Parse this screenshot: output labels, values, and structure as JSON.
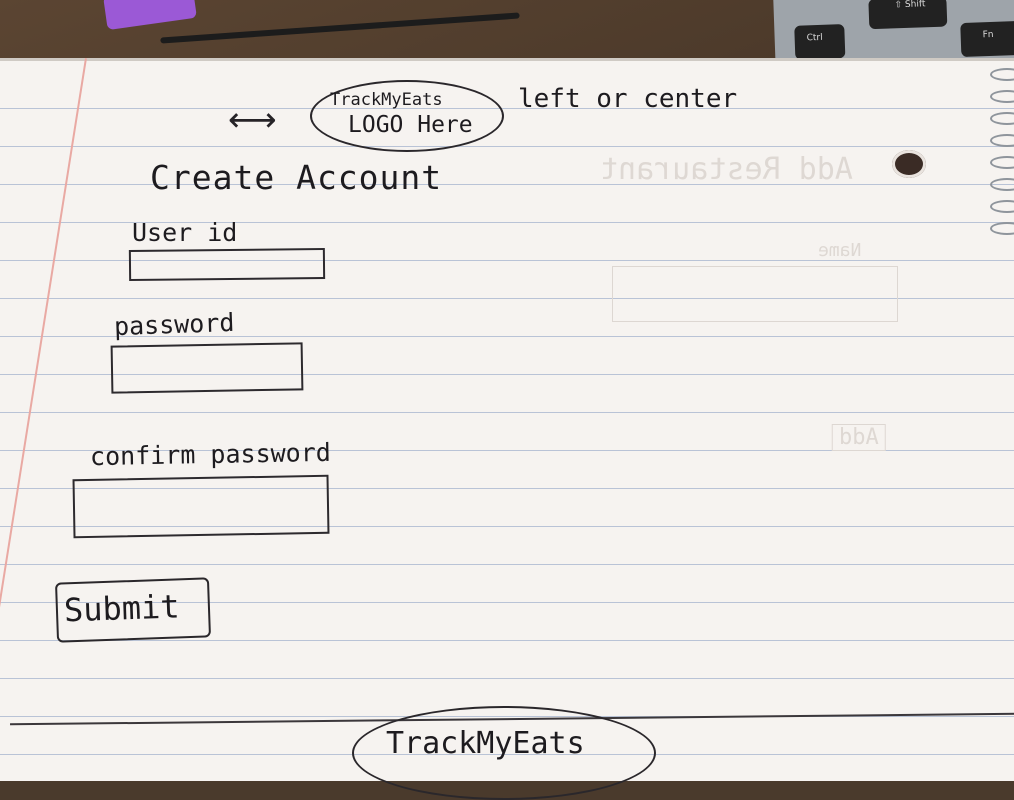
{
  "header": {
    "logo_line1": "TrackMyEats",
    "logo_line2": "LOGO Here",
    "placement_note": "left or center",
    "arrow_symbol": "⟷"
  },
  "form": {
    "title": "Create Account",
    "userid_label": "User id",
    "password_label": "password",
    "confirm_label": "confirm password",
    "submit_label": "Submit",
    "userid_value": "",
    "password_value": "",
    "confirm_value": ""
  },
  "footer": {
    "logo_text": "TrackMyEats"
  },
  "bleed_through": {
    "heading": "Add Restaurant",
    "name_label": "Name",
    "add_button": "Add"
  }
}
